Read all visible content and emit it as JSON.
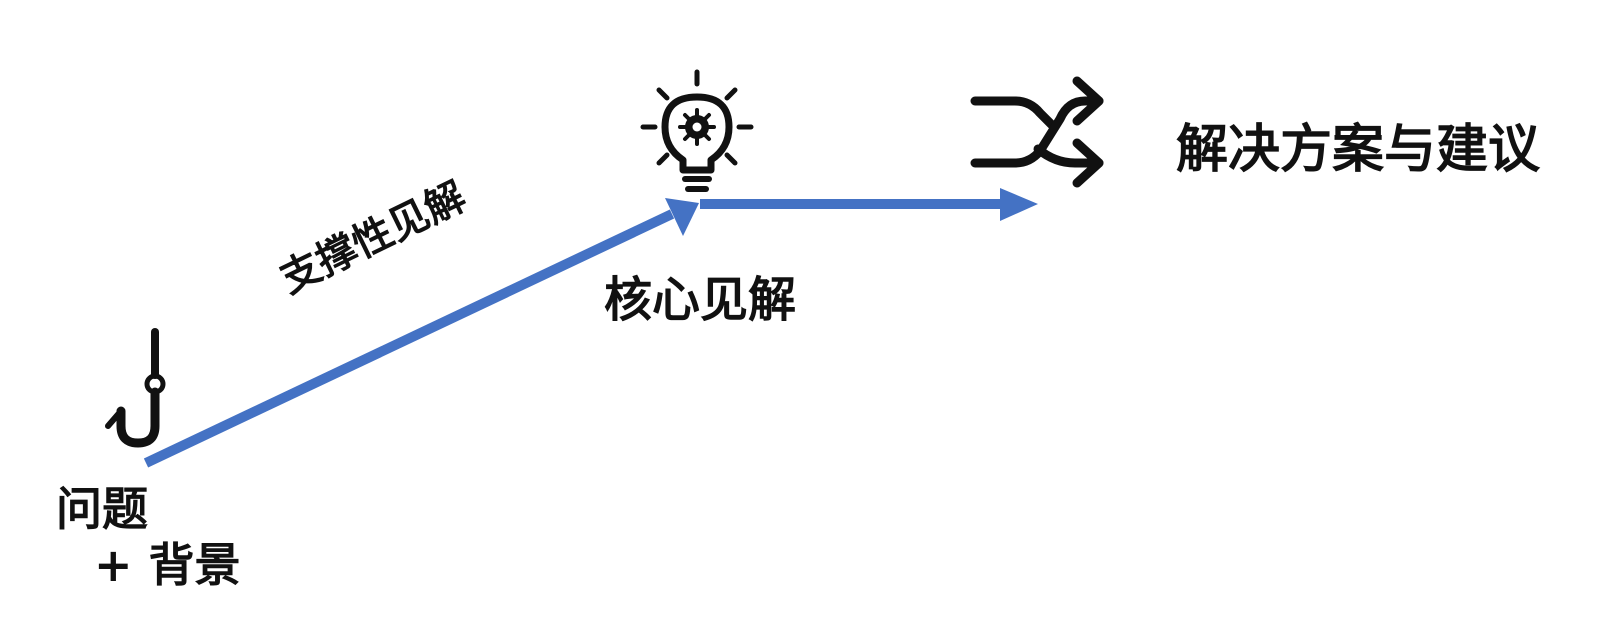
{
  "colors": {
    "arrow": "#4472c4",
    "icon": "#111111",
    "text": "#111111"
  },
  "icons": [
    "fish-hook-icon",
    "lightbulb-gear-icon",
    "shuffle-arrows-icon"
  ],
  "labels": {
    "problem": "问题",
    "background": "+ 背景",
    "supporting_insights": "支撑性见解",
    "core_insight": "核心见解",
    "solutions": "解决方案与建议"
  }
}
